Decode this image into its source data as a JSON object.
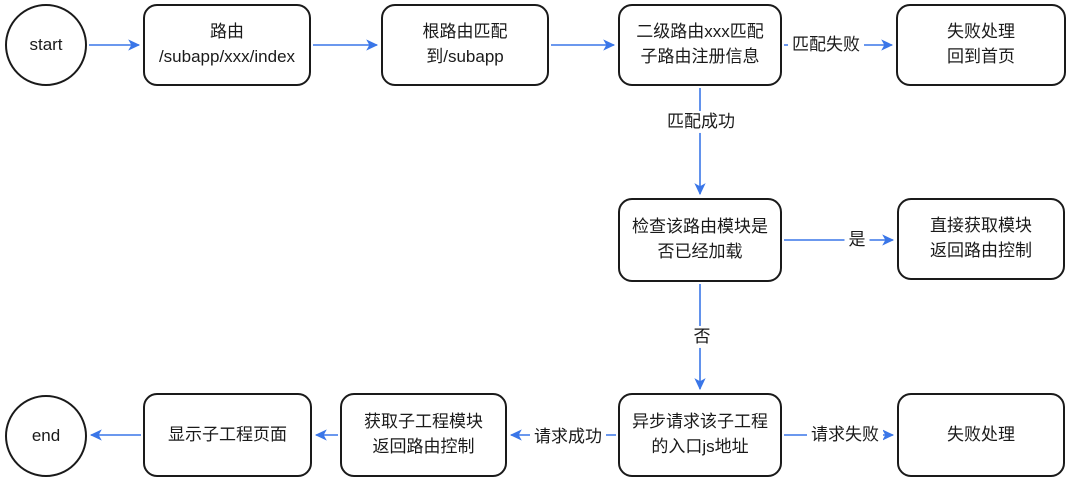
{
  "diagram": {
    "title": "subapp-route-flowchart",
    "colors": {
      "arrow": "#3a76e8",
      "node_border": "#1a1a1a",
      "node_fill": "#ffffff",
      "text": "#1a1a1a",
      "background": "#ffffff"
    },
    "nodes": {
      "start": {
        "label": "start",
        "shape": "circle"
      },
      "route": {
        "label": "路由\n/subapp/xxx/index",
        "shape": "rect"
      },
      "root_match": {
        "label": "根路由匹配\n到/subapp",
        "shape": "rect"
      },
      "sub_match": {
        "label": "二级路由xxx匹配\n子路由注册信息",
        "shape": "rect"
      },
      "fail_home": {
        "label": "失败处理\n回到首页",
        "shape": "rect"
      },
      "check_loaded": {
        "label": "检查该路由模块是\n否已经加载",
        "shape": "rect"
      },
      "direct_get": {
        "label": "直接获取模块\n返回路由控制",
        "shape": "rect"
      },
      "async_request": {
        "label": "异步请求该子工程\n的入口js地址",
        "shape": "rect"
      },
      "fail": {
        "label": "失败处理",
        "shape": "rect"
      },
      "get_module": {
        "label": "获取子工程模块\n返回路由控制",
        "shape": "rect"
      },
      "show_page": {
        "label": "显示子工程页面",
        "shape": "rect"
      },
      "end": {
        "label": "end",
        "shape": "circle"
      }
    },
    "edge_labels": {
      "match_fail": "匹配失败",
      "match_success": "匹配成功",
      "yes": "是",
      "no": "否",
      "request_fail": "请求失败",
      "request_success": "请求成功"
    }
  }
}
